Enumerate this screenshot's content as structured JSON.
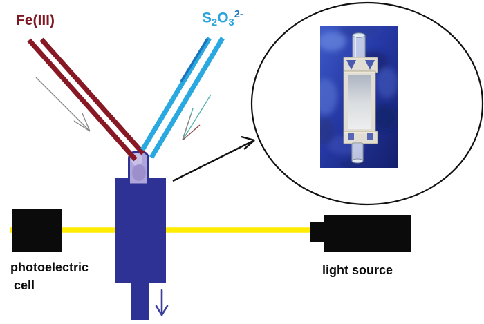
{
  "labels": {
    "reagent_left": "Fe(III)",
    "reagent_right_parts": {
      "base1": "S",
      "sub1": "2",
      "base2": "O",
      "sub2": "3",
      "sup": "2-"
    },
    "detector_line1": "photoelectric",
    "detector_line2": "cell",
    "source": "light source"
  },
  "colors": {
    "reagent-left": "#7E1823",
    "tube-red": "#871824",
    "reagent-right": "#2BA3DC",
    "reagent-right-charge": "#1C75BC",
    "tube-cyan": "#29A9E0",
    "tube-cyan-dark": "#1B75BC",
    "chamber-blue": "#2F3295",
    "mixer-purple": "#AEA6DA",
    "mixer-purple-dark": "#9A8BC9",
    "beam-yellow": "#FFEC00",
    "hardware-black": "#0B0B0B",
    "flow-arrow-gray": "#8A8A8A",
    "flow-arrow-teal": "#55B2AD",
    "flow-arrow-maroon": "#8A4A4A",
    "outlet-arrow-blue": "#3B3E9B",
    "photo-bg-blue": "#2E45AE"
  }
}
